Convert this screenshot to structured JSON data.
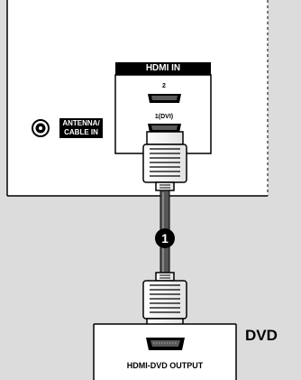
{
  "tv_panel": {
    "hdmi_in_label": "HDMI IN",
    "hdmi_port_2_label": "2",
    "hdmi_port_1_label": "1(DVI)",
    "antenna_label_line1": "ANTENNA/",
    "antenna_label_line2": "CABLE IN"
  },
  "cable": {
    "step_number": "1"
  },
  "dvd_device": {
    "output_label": "HDMI-DVD OUTPUT",
    "device_label": "DVD"
  }
}
